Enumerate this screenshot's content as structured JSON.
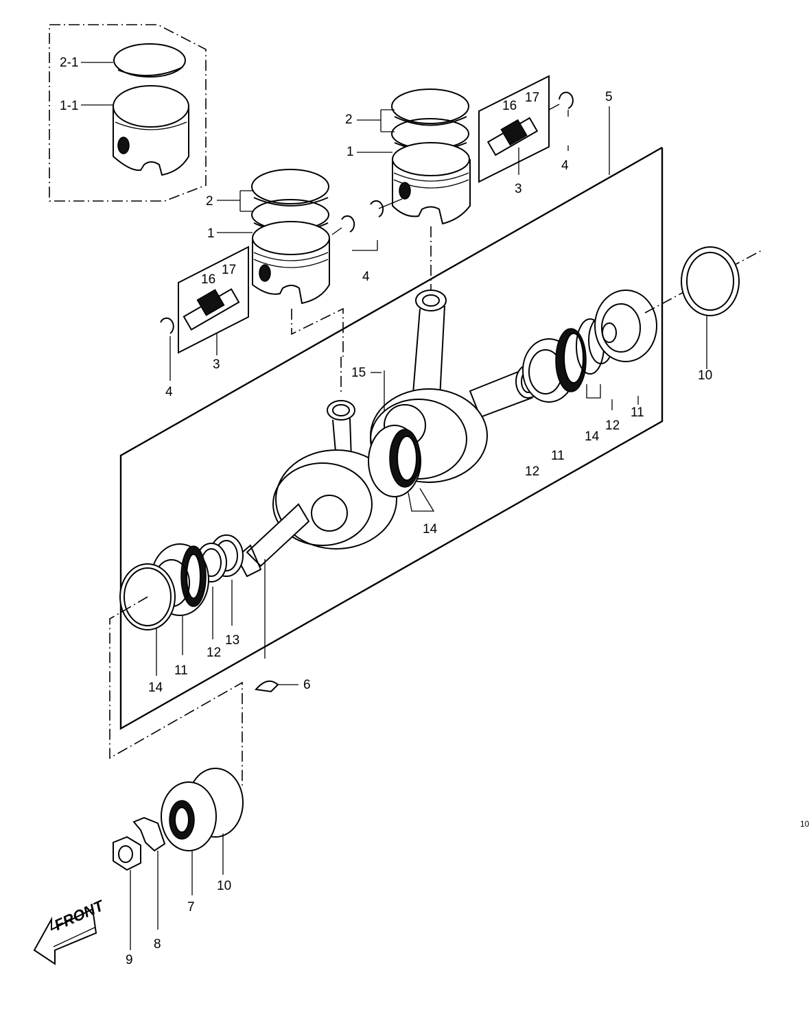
{
  "labels": {
    "l_2_1": "2-1",
    "l_1_1": "1-1",
    "l_2a": "2",
    "l_1a": "1",
    "l_16a": "16",
    "l_17a": "17",
    "l_4a": "4",
    "l_3a": "3",
    "l_5": "5",
    "l_2b": "2",
    "l_1b": "1",
    "l_4b": "4",
    "l_16b": "16",
    "l_17b": "17",
    "l_3b": "3",
    "l_4c": "4",
    "l_15": "15",
    "l_10a": "10",
    "l_11a": "11",
    "l_12a": "12",
    "l_14a": "14",
    "l_11b": "11",
    "l_12b": "12",
    "l_14b": "14",
    "l_13": "13",
    "l_12c": "12",
    "l_11c": "11",
    "l_14c": "14",
    "l_6": "6",
    "l_10b": "10",
    "l_7": "7",
    "l_8": "8",
    "l_9": "9",
    "l_edge": "10"
  },
  "front_badge": "FRONT"
}
